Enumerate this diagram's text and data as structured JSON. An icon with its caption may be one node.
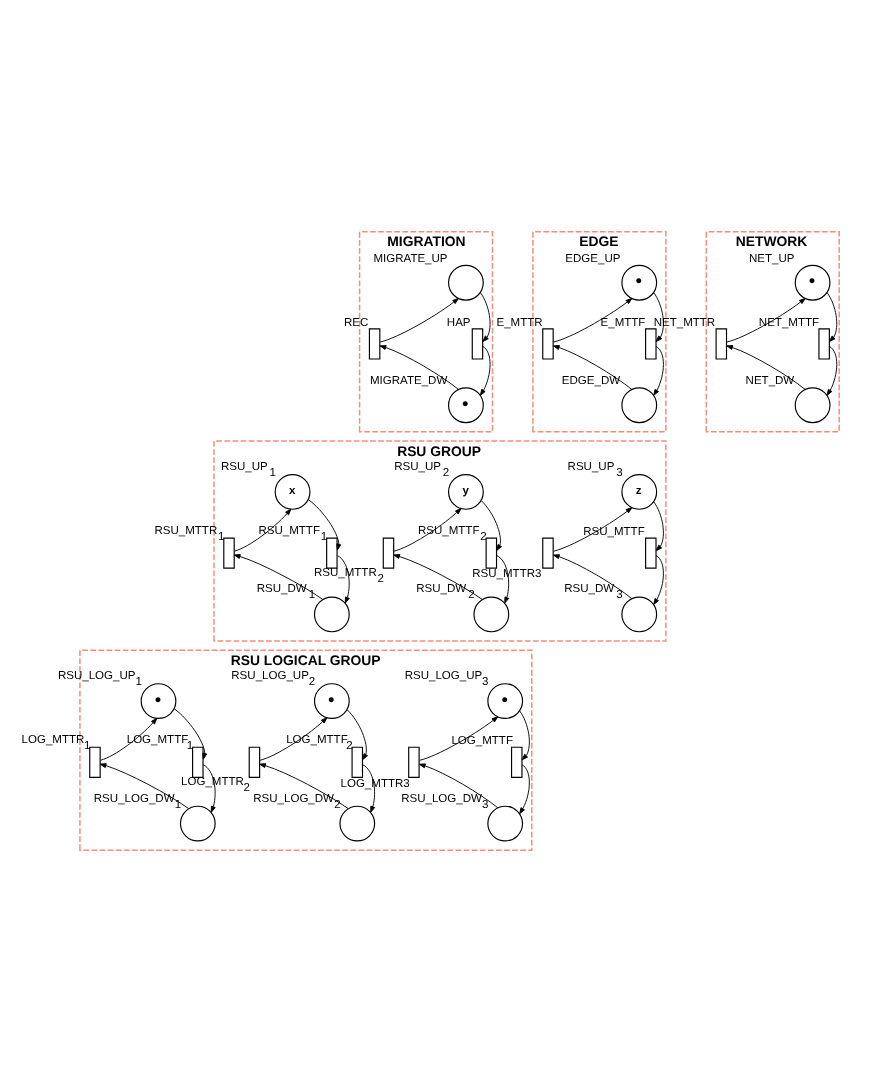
{
  "diagram": {
    "nodes": [
      {
        "text": [
          "MIGRATION"
        ]
      },
      {
        "text": [
          "MIGRATE_UP"
        ],
        "in": 0
      },
      {
        "text": [
          "REC"
        ],
        "in": 0
      },
      {
        "text": [
          "HAP"
        ],
        "in": 0
      },
      {
        "text": [
          "MIGRATE_DW",
          "●"
        ],
        "in": 0
      },
      {
        "text": [
          "EDGE"
        ]
      },
      {
        "text": [
          "EDGE_UP",
          "●"
        ],
        "in": 5
      },
      {
        "text": [
          "E_MTTR"
        ],
        "in": 5
      },
      {
        "text": [
          "E_MTTF"
        ],
        "in": 5
      },
      {
        "text": [
          "EDGE_DW"
        ],
        "in": 5
      },
      {
        "text": [
          "NETWORK"
        ]
      },
      {
        "text": [
          "NET_UP",
          "●"
        ],
        "in": 10
      },
      {
        "text": [
          "NET_MTTR"
        ],
        "in": 10
      },
      {
        "text": [
          "NET_MTTF"
        ],
        "in": 10
      },
      {
        "text": [
          "NET_DW"
        ],
        "in": 10
      },
      {
        "text": [
          "RSU GROUP"
        ]
      },
      {
        "text": [
          "RSU_UP$_{1}$",
          "x"
        ],
        "in": 15
      },
      {
        "text": [
          "RSU_MTTR$_{1}$"
        ],
        "in": 15
      },
      {
        "text": [
          "RSU_MTTF$_{1}$"
        ],
        "in": 15
      },
      {
        "text": [
          "RSU_DW$_{1}$"
        ],
        "in": 15
      },
      {
        "text": [
          "RSU_UP$_{2}$",
          "y"
        ],
        "in": 15
      },
      {
        "text": [
          "RSU_MTTR$_{2}$"
        ],
        "in": 15
      },
      {
        "text": [
          "RSU_MTTF$_{2}$"
        ],
        "in": 15
      },
      {
        "text": [
          "RSU_DW$_{2}$"
        ],
        "in": 15
      },
      {
        "text": [
          "RSU_UP$_{3}$",
          "z"
        ],
        "in": 15
      },
      {
        "text": [
          "RSU_MTTR3"
        ],
        "in": 15
      },
      {
        "text": [
          "RSU_MTTF"
        ],
        "in": 15
      },
      {
        "text": [
          "RSU_DW$_{3}$"
        ],
        "in": 15
      },
      {
        "text": [
          "RSU LOGICAL GROUP"
        ]
      },
      {
        "text": [
          "RSU_LOG_UP$_{1}$",
          "●"
        ],
        "in": 28
      },
      {
        "text": [
          "LOG_MTTR$_{1}$"
        ],
        "in": 28
      },
      {
        "text": [
          "LOG_MTTF$_{1}$"
        ],
        "in": 28
      },
      {
        "text": [
          "RSU_LOG_DW$_{1}$"
        ],
        "in": 28
      },
      {
        "text": [
          "RSU_LOG_UP$_{2}$",
          "●"
        ],
        "in": 28
      },
      {
        "text": [
          "LOG_MTTR$_{2}$"
        ],
        "in": 28
      },
      {
        "text": [
          "LOG_MTTF$_{2}$"
        ],
        "in": 28
      },
      {
        "text": [
          "RSU_LOG_DW$_{2}$"
        ],
        "in": 28
      },
      {
        "text": [
          "RSU_LOG_UP$_{3}$",
          "●"
        ],
        "in": 28
      },
      {
        "text": [
          "LOG_MTTR3"
        ],
        "in": 28
      },
      {
        "text": [
          "LOG_MTTF"
        ],
        "in": 28
      },
      {
        "text": [
          "RSU_LOG_DW$_{3}$"
        ],
        "in": 28
      }
    ],
    "edges": [
      {
        "from": 1,
        "to": 3,
        "arrow": "to"
      },
      {
        "from": 3,
        "to": 4,
        "arrow": "to"
      },
      {
        "from": 4,
        "to": 2,
        "arrow": "to"
      },
      {
        "from": 2,
        "to": 1,
        "arrow": "to"
      },
      {
        "from": 6,
        "to": 8,
        "arrow": "to"
      },
      {
        "from": 8,
        "to": 9,
        "arrow": "to"
      },
      {
        "from": 9,
        "to": 7,
        "arrow": "to"
      },
      {
        "from": 7,
        "to": 6,
        "arrow": "to"
      },
      {
        "from": 11,
        "to": 13,
        "arrow": "to"
      },
      {
        "from": 13,
        "to": 14,
        "arrow": "to"
      },
      {
        "from": 14,
        "to": 12,
        "arrow": "to"
      },
      {
        "from": 12,
        "to": 11,
        "arrow": "to"
      },
      {
        "from": 16,
        "to": 18,
        "arrow": "to"
      },
      {
        "from": 18,
        "to": 19,
        "arrow": "to"
      },
      {
        "from": 19,
        "to": 17,
        "arrow": "to"
      },
      {
        "from": 17,
        "to": 16,
        "arrow": "to"
      },
      {
        "from": 20,
        "to": 22,
        "arrow": "to"
      },
      {
        "from": 22,
        "to": 23,
        "arrow": "to"
      },
      {
        "from": 23,
        "to": 21,
        "arrow": "to"
      },
      {
        "from": 21,
        "to": 20,
        "arrow": "to"
      },
      {
        "from": 24,
        "to": 26,
        "arrow": "to"
      },
      {
        "from": 26,
        "to": 27,
        "arrow": "to"
      },
      {
        "from": 27,
        "to": 25,
        "arrow": "to"
      },
      {
        "from": 25,
        "to": 24,
        "arrow": "to"
      },
      {
        "from": 29,
        "to": 31,
        "arrow": "to"
      },
      {
        "from": 31,
        "to": 32,
        "arrow": "to"
      },
      {
        "from": 32,
        "to": 30,
        "arrow": "to"
      },
      {
        "from": 30,
        "to": 29,
        "arrow": "to"
      },
      {
        "from": 33,
        "to": 35,
        "arrow": "to"
      },
      {
        "from": 35,
        "to": 36,
        "arrow": "to"
      },
      {
        "from": 36,
        "to": 34,
        "arrow": "to"
      },
      {
        "from": 34,
        "to": 33,
        "arrow": "to"
      },
      {
        "from": 37,
        "to": 39,
        "arrow": "to"
      },
      {
        "from": 39,
        "to": 40,
        "arrow": "to"
      },
      {
        "from": 40,
        "to": 38,
        "arrow": "to"
      },
      {
        "from": 38,
        "to": 37,
        "arrow": "to"
      }
    ]
  }
}
